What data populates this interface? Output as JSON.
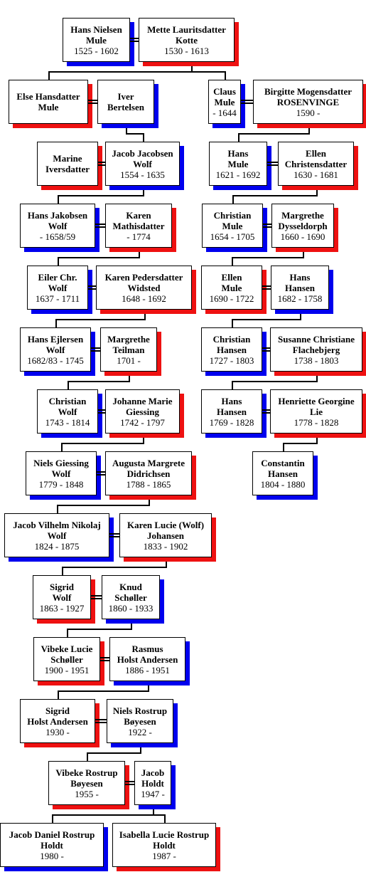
{
  "colors": {
    "male_shadow": "#0000ee",
    "female_shadow": "#ee1111",
    "line": "#000000",
    "box_border": "#000000"
  },
  "persons": [
    {
      "id": "p1",
      "sex": "m",
      "lines": [
        "Hans Nielsen",
        "Mule"
      ],
      "dates": "1525 - 1602"
    },
    {
      "id": "p2",
      "sex": "f",
      "lines": [
        "Mette Lauritsdatter",
        "Kotte"
      ],
      "dates": "1530 - 1613"
    },
    {
      "id": "p3",
      "sex": "f",
      "lines": [
        "Else Hansdatter",
        "Mule"
      ],
      "dates": ""
    },
    {
      "id": "p4",
      "sex": "m",
      "lines": [
        "Iver",
        "Bertelsen"
      ],
      "dates": ""
    },
    {
      "id": "p5",
      "sex": "m",
      "lines": [
        "Claus",
        "Mule"
      ],
      "dates": "- 1644"
    },
    {
      "id": "p6",
      "sex": "f",
      "lines": [
        "Birgitte Mogensdatter",
        "ROSENVINGE"
      ],
      "dates": "1590 -"
    },
    {
      "id": "p7",
      "sex": "f",
      "lines": [
        "Marine",
        "Iversdatter"
      ],
      "dates": ""
    },
    {
      "id": "p8",
      "sex": "m",
      "lines": [
        "Jacob Jacobsen",
        "Wolf"
      ],
      "dates": "1554 - 1635"
    },
    {
      "id": "p9",
      "sex": "m",
      "lines": [
        "Hans",
        "Mule"
      ],
      "dates": "1621 - 1692"
    },
    {
      "id": "p10",
      "sex": "f",
      "lines": [
        "Ellen",
        "Christensdatter"
      ],
      "dates": "1630 - 1681"
    },
    {
      "id": "p11",
      "sex": "m",
      "lines": [
        "Hans Jakobsen",
        "Wolf"
      ],
      "dates": "- 1658/59"
    },
    {
      "id": "p12",
      "sex": "f",
      "lines": [
        "Karen",
        "Mathisdatter"
      ],
      "dates": "- 1774"
    },
    {
      "id": "p13",
      "sex": "m",
      "lines": [
        "Christian",
        "Mule"
      ],
      "dates": "1654 - 1705"
    },
    {
      "id": "p14",
      "sex": "f",
      "lines": [
        "Margrethe",
        "Dysseldorph"
      ],
      "dates": "1660 - 1690"
    },
    {
      "id": "p15",
      "sex": "m",
      "lines": [
        "Eiler Chr.",
        "Wolf"
      ],
      "dates": "1637 - 1711"
    },
    {
      "id": "p16",
      "sex": "f",
      "lines": [
        "Karen Pedersdatter",
        "Widsted"
      ],
      "dates": "1648 - 1692"
    },
    {
      "id": "p17",
      "sex": "f",
      "lines": [
        "Ellen",
        "Mule"
      ],
      "dates": "1690 - 1722"
    },
    {
      "id": "p18",
      "sex": "m",
      "lines": [
        "Hans",
        "Hansen"
      ],
      "dates": "1682 - 1758"
    },
    {
      "id": "p19",
      "sex": "m",
      "lines": [
        "Hans Ejlersen",
        "Wolf"
      ],
      "dates": "1682/83 - 1745"
    },
    {
      "id": "p20",
      "sex": "f",
      "lines": [
        "Margrethe",
        "Teilman"
      ],
      "dates": "1701 -"
    },
    {
      "id": "p21",
      "sex": "m",
      "lines": [
        "Christian",
        "Hansen"
      ],
      "dates": "1727 - 1803"
    },
    {
      "id": "p22",
      "sex": "f",
      "lines": [
        "Susanne Christiane",
        "Flachebjerg"
      ],
      "dates": "1738 - 1803"
    },
    {
      "id": "p23",
      "sex": "m",
      "lines": [
        "Christian",
        "Wolf"
      ],
      "dates": "1743 - 1814"
    },
    {
      "id": "p24",
      "sex": "f",
      "lines": [
        "Johanne Marie",
        "Giessing"
      ],
      "dates": "1742 - 1797"
    },
    {
      "id": "p25",
      "sex": "m",
      "lines": [
        "Hans",
        "Hansen"
      ],
      "dates": "1769 - 1828"
    },
    {
      "id": "p26",
      "sex": "f",
      "lines": [
        "Henriette Georgine",
        "Lie"
      ],
      "dates": "1778 - 1828"
    },
    {
      "id": "p27",
      "sex": "m",
      "lines": [
        "Niels Giessing",
        "Wolf"
      ],
      "dates": "1779 - 1848"
    },
    {
      "id": "p28",
      "sex": "f",
      "lines": [
        "Augusta Margrete",
        "Didrichsen"
      ],
      "dates": "1788 - 1865"
    },
    {
      "id": "p29",
      "sex": "m",
      "lines": [
        "Constantin",
        "Hansen"
      ],
      "dates": "1804 - 1880"
    },
    {
      "id": "p30",
      "sex": "m",
      "lines": [
        "Jacob Vilhelm Nikolaj",
        "Wolf"
      ],
      "dates": "1824 - 1875"
    },
    {
      "id": "p31",
      "sex": "f",
      "lines": [
        "Karen Lucie (Wolf)",
        "Johansen"
      ],
      "dates": "1833 - 1902"
    },
    {
      "id": "p32",
      "sex": "f",
      "lines": [
        "Sigrid",
        "Wolf"
      ],
      "dates": "1863 - 1927"
    },
    {
      "id": "p33",
      "sex": "m",
      "lines": [
        "Knud",
        "Schøller"
      ],
      "dates": "1860 - 1933"
    },
    {
      "id": "p34",
      "sex": "f",
      "lines": [
        "Vibeke Lucie",
        "Schøller"
      ],
      "dates": "1900 - 1951"
    },
    {
      "id": "p35",
      "sex": "m",
      "lines": [
        "Rasmus",
        "Holst Andersen"
      ],
      "dates": "1886 - 1951"
    },
    {
      "id": "p36",
      "sex": "f",
      "lines": [
        "Sigrid",
        "Holst Andersen"
      ],
      "dates": "1930 -"
    },
    {
      "id": "p37",
      "sex": "m",
      "lines": [
        "Niels Rostrup",
        "Bøyesen"
      ],
      "dates": "1922 -"
    },
    {
      "id": "p38",
      "sex": "f",
      "lines": [
        "Vibeke Rostrup",
        "Bøyesen"
      ],
      "dates": "1955 -"
    },
    {
      "id": "p39",
      "sex": "m",
      "lines": [
        "Jacob",
        "Holdt"
      ],
      "dates": "1947 -"
    },
    {
      "id": "p40",
      "sex": "m",
      "lines": [
        "Jacob Daniel Rostrup",
        "Holdt"
      ],
      "dates": "1980 -"
    },
    {
      "id": "p41",
      "sex": "f",
      "lines": [
        "Isabella Lucie Rostrup",
        "Holdt"
      ],
      "dates": "1987 -"
    }
  ]
}
